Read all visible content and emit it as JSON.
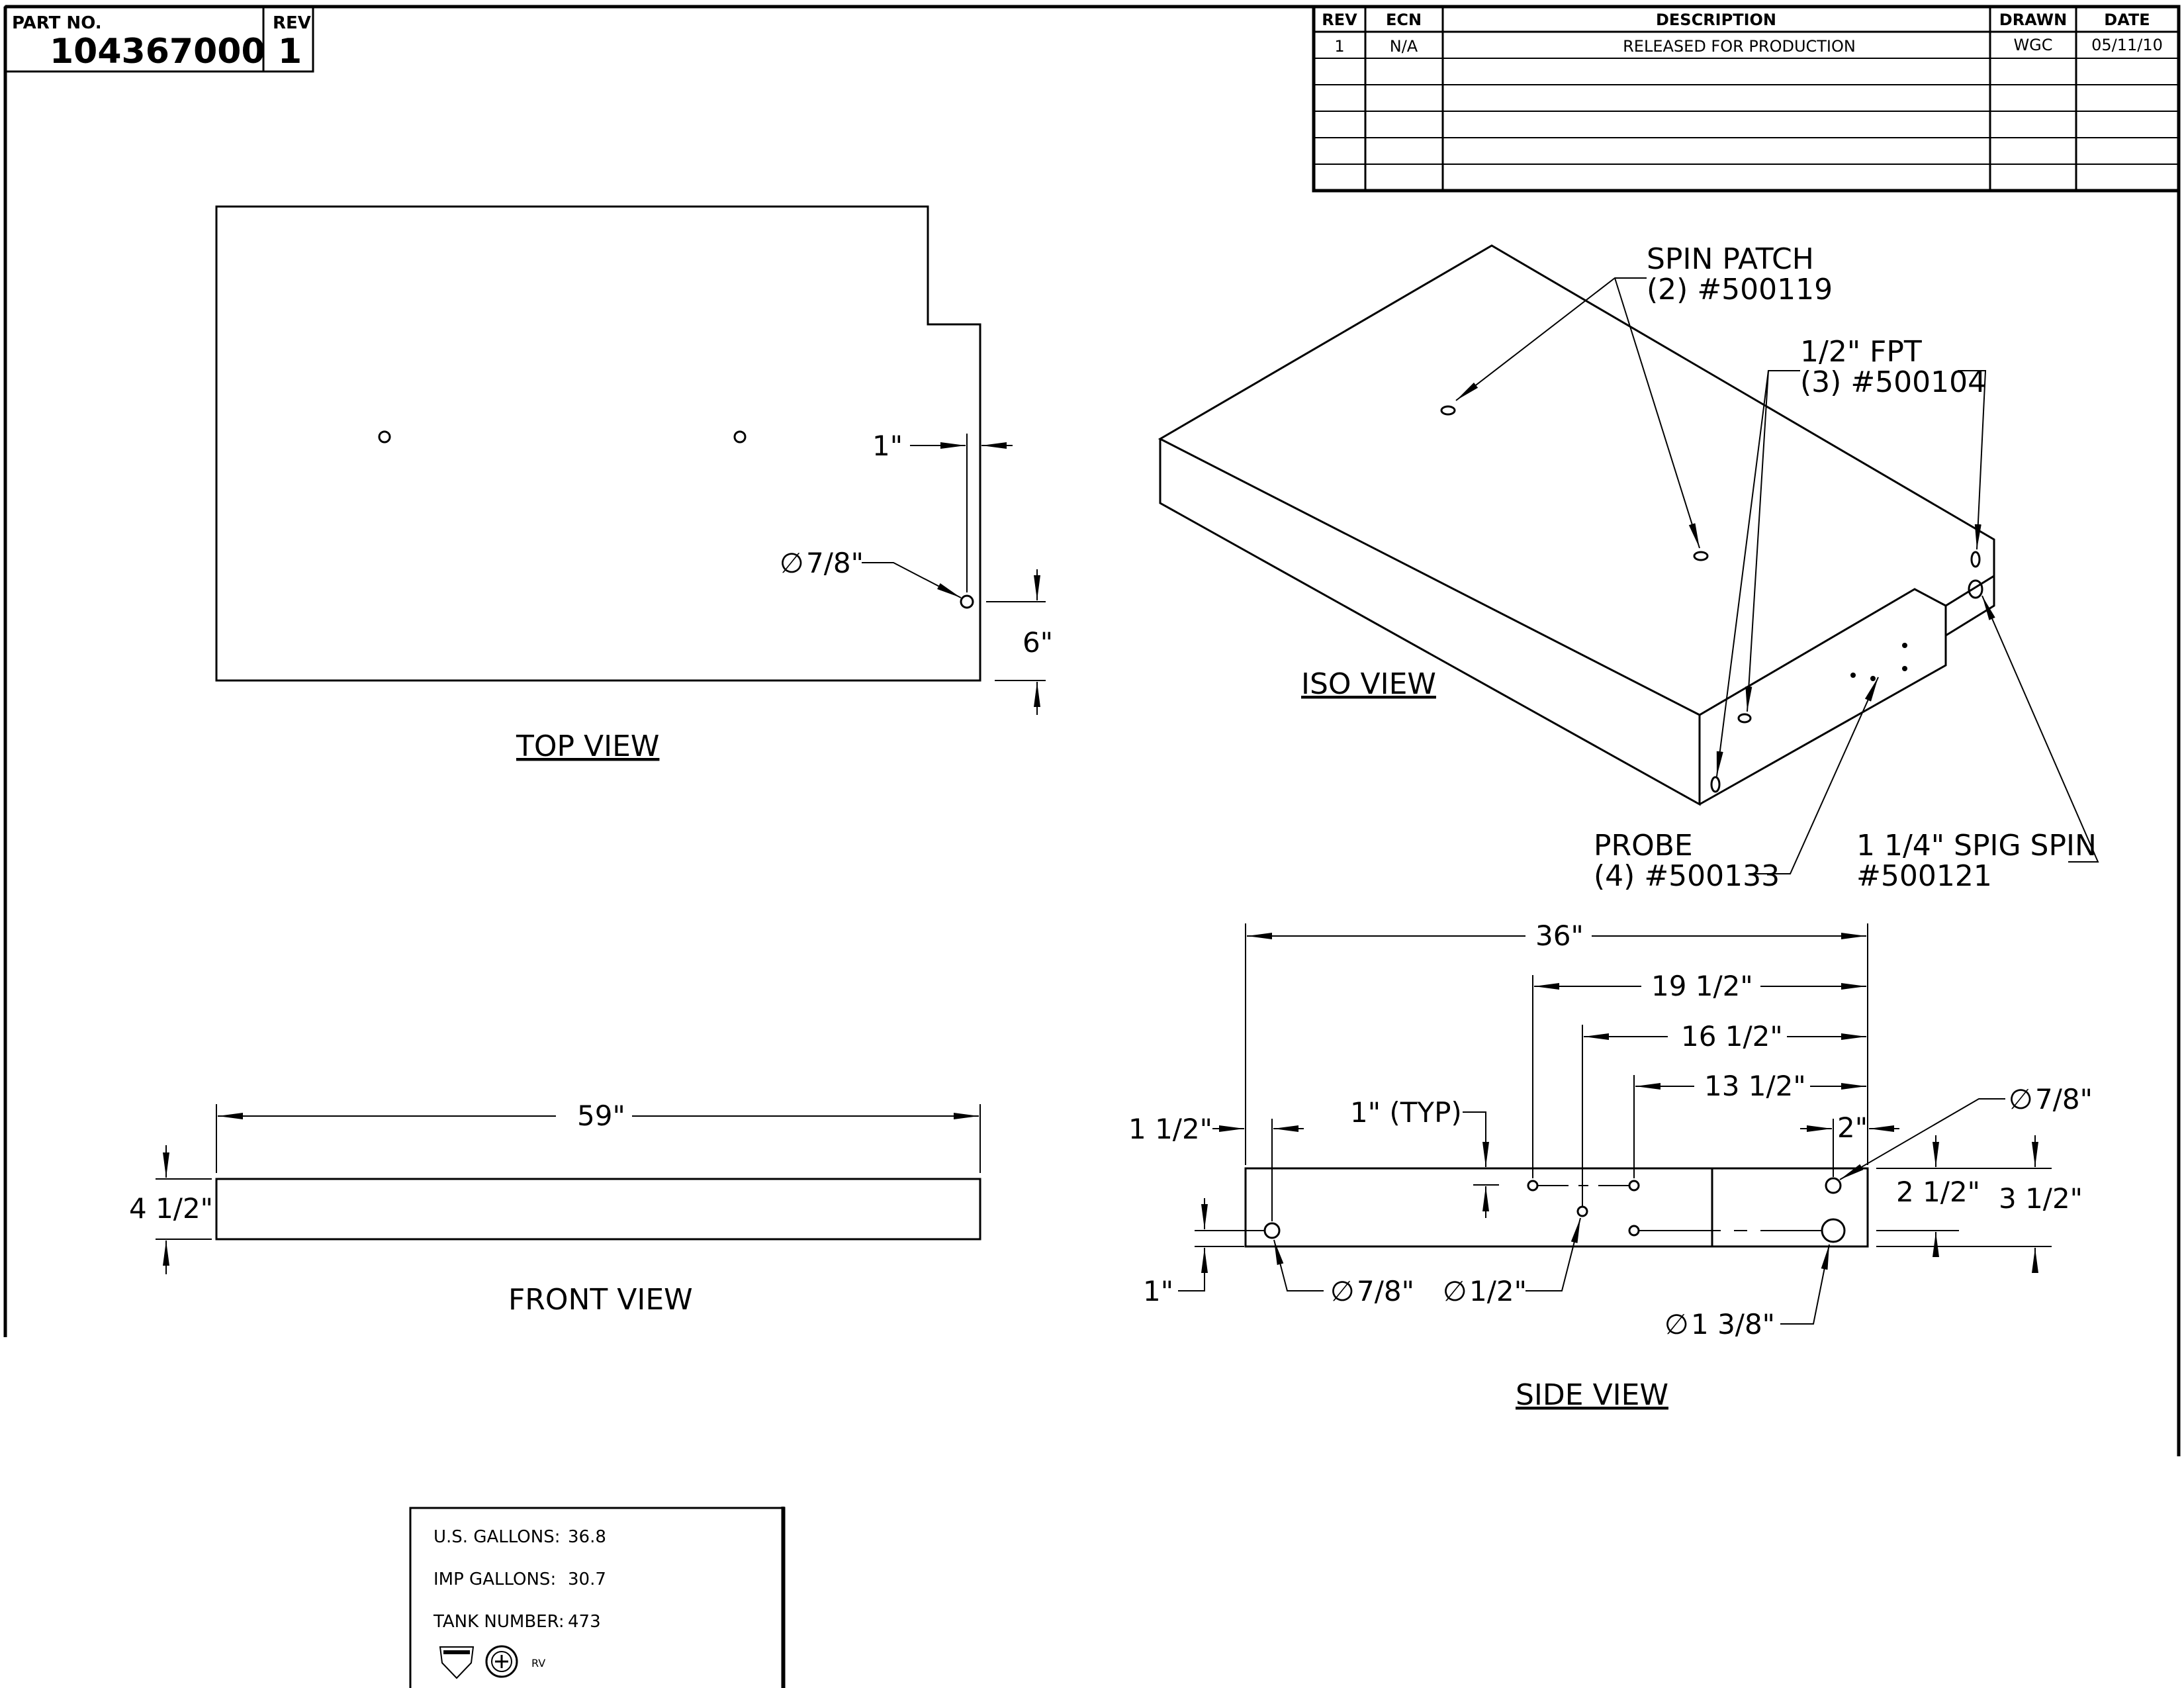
{
  "title_block": {
    "part_no_label": "PART NO.",
    "part_no": "104367000",
    "rev_label": "REV",
    "rev": "1"
  },
  "revision_table": {
    "headers": [
      "REV",
      "ECN",
      "DESCRIPTION",
      "DRAWN",
      "DATE"
    ],
    "rows": [
      [
        "1",
        "N/A",
        "RELEASED FOR PRODUCTION",
        "WGC",
        "05/11/10"
      ]
    ]
  },
  "views": {
    "top": "TOP VIEW",
    "iso": "ISO VIEW",
    "front": "FRONT VIEW",
    "side": "SIDE VIEW"
  },
  "dimensions": {
    "top_1in": "1\"",
    "top_dia": "7/8\"",
    "top_6in": "6\"",
    "front_59": "59\"",
    "front_4half": "4 1/2\"",
    "side_36": "36\"",
    "side_19half": "19 1/2\"",
    "side_16half": "16 1/2\"",
    "side_13half": "13 1/2\"",
    "side_1half_left": "1 1/2\"",
    "side_typ": "1\" (TYP)",
    "side_2in": "2\"",
    "side_dia78_right": "7/8\"",
    "side_2half": "2 1/2\"",
    "side_3half": "3 1/2\"",
    "side_1in": "1\"",
    "side_dia78_bottom": "7/8\"",
    "side_dia12": "1/2\"",
    "side_dia138": "1 3/8\""
  },
  "callouts": {
    "spin_patch_1": "SPIN PATCH",
    "spin_patch_2": "(2) #500119",
    "fpt_1": "1/2\" FPT",
    "fpt_2": "(3) #500104",
    "probe_1": "PROBE",
    "probe_2": "(4) #500133",
    "spig_1": "1 1/4\" SPIG SPIN",
    "spig_2": "#500121"
  },
  "capacity": {
    "us_label": "U.S. GALLONS:",
    "us_value": "36.8",
    "imp_label": "IMP GALLONS:",
    "imp_value": "30.7",
    "tank_label": "TANK NUMBER:",
    "tank_value": "473",
    "rv_mark": "RV"
  }
}
